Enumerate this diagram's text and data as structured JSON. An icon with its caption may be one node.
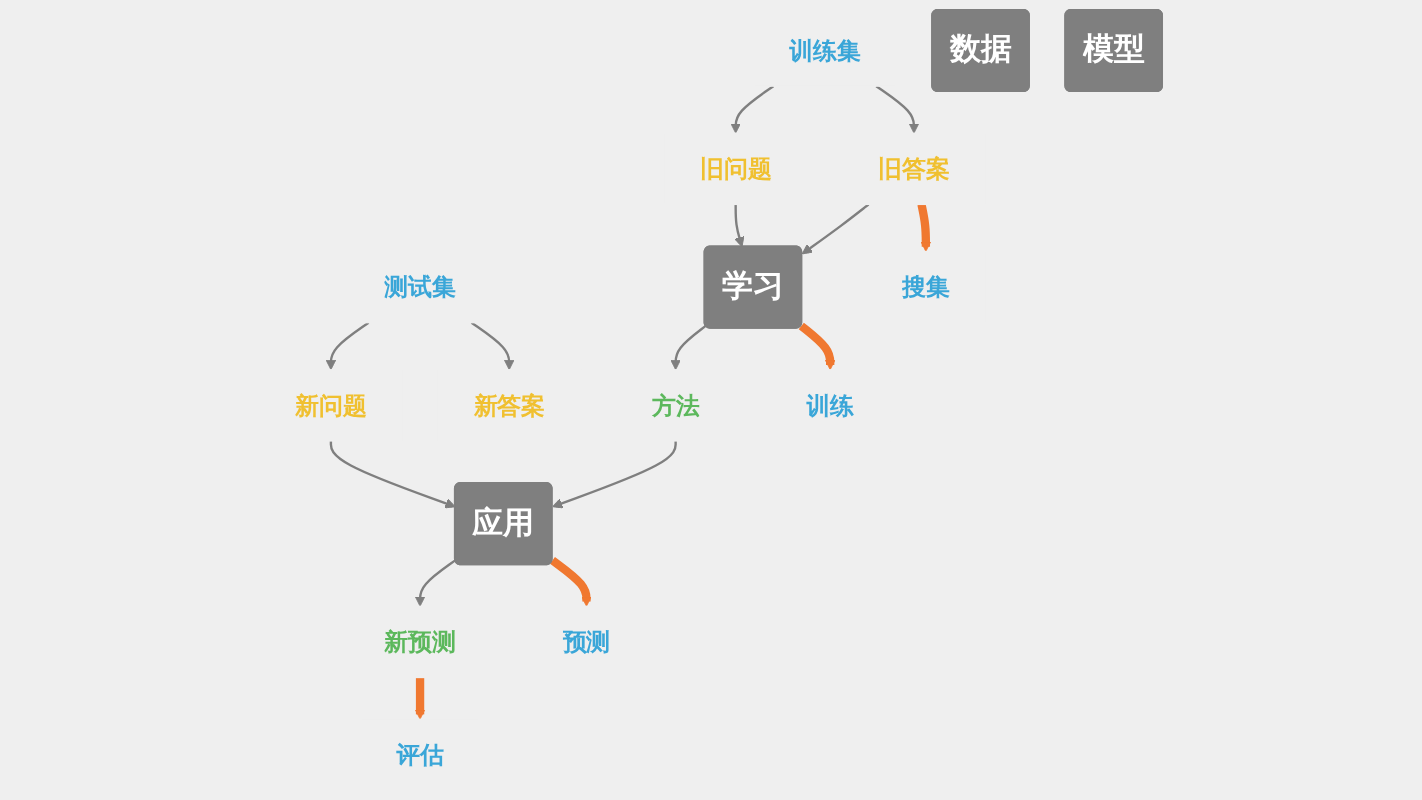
{
  "diagram": {
    "nodes": [
      {
        "text": [
          "训练集"
        ]
      },
      {
        "text": [
          "旧问题"
        ]
      },
      {
        "text": [
          "数据"
        ]
      },
      {
        "text": [
          "新问题"
        ]
      },
      {
        "text": [
          "测试集"
        ]
      },
      {
        "text": [
          "新答案"
        ]
      },
      {
        "text": [
          "旧答案"
        ]
      },
      {
        "text": [
          "学习"
        ]
      },
      {
        "text": [
          "方法"
        ]
      },
      {
        "text": [
          "应用"
        ]
      },
      {
        "text": [
          "新预测"
        ]
      },
      {
        "text": [
          "模型"
        ]
      },
      {
        "text": [
          "搜集"
        ]
      },
      {
        "text": [
          "训练"
        ]
      },
      {
        "text": [
          "预测"
        ]
      },
      {
        "text": [
          "评估"
        ]
      }
    ],
    "edges": [
      {
        "from": 0,
        "to": 1,
        "arrow": "to"
      },
      {
        "from": 4,
        "to": 3,
        "arrow": "to"
      },
      {
        "from": 0,
        "to": 6,
        "arrow": "to"
      },
      {
        "from": 1,
        "to": 7,
        "arrow": "to"
      },
      {
        "from": 3,
        "to": 9,
        "arrow": "to"
      },
      {
        "from": 4,
        "to": 5,
        "arrow": "to"
      },
      {
        "from": 6,
        "to": 7,
        "arrow": "to"
      },
      {
        "from": 7,
        "to": 8,
        "arrow": "to"
      },
      {
        "from": 8,
        "to": 9,
        "arrow": "to"
      },
      {
        "from": 9,
        "to": 10,
        "arrow": "to"
      },
      {
        "from": 6,
        "to": 12,
        "arrow": "to",
        "style": "thick",
        "color": "#f07830"
      },
      {
        "from": 7,
        "to": 13,
        "arrow": "to",
        "style": "thick",
        "color": "#f07830"
      },
      {
        "from": 9,
        "to": 14,
        "arrow": "to",
        "style": "thick",
        "color": "#f07830"
      },
      {
        "from": 10,
        "to": 15,
        "arrow": "to",
        "style": "thick",
        "color": "#f07830"
      }
    ]
  }
}
